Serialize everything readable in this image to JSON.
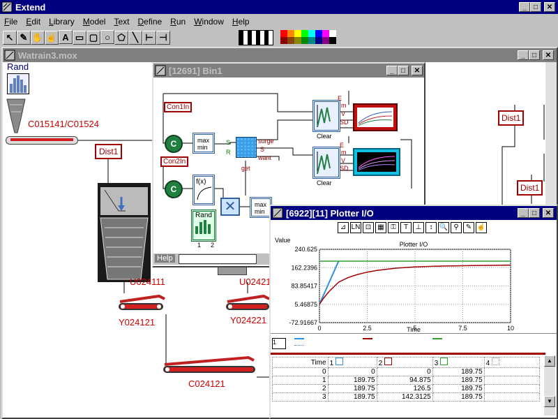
{
  "app": {
    "title": "Extend"
  },
  "menu": {
    "items": [
      "File",
      "Edit",
      "Library",
      "Model",
      "Text",
      "Define",
      "Run",
      "Window",
      "Help"
    ]
  },
  "model_window": {
    "title": "Watrain3.mox"
  },
  "bin_window": {
    "title": "[12691]  Bin1",
    "help_label": "Help"
  },
  "plotter_window": {
    "title": "[6922][11]  Plotter I/O"
  },
  "model": {
    "rand_label": "Rand",
    "labels": [
      "C015141/C01524",
      "Dist1",
      "U024111",
      "Y024121",
      "U02421",
      "Y024221",
      "C024121",
      "Dist1",
      "Dist1"
    ]
  },
  "bin": {
    "con1": "Con1In",
    "con2": "Con2In",
    "c_label": "C",
    "max": "max",
    "min": "min",
    "fx": "f(x)",
    "rand": "Rand",
    "s": "S",
    "r": "R",
    "surge": "surge",
    "get": "get",
    "want": "want",
    "clear": "Clear",
    "m": "m",
    "v": "V",
    "sd": "SD",
    "e": "E",
    "one": "1",
    "two": "2"
  },
  "chart_data": {
    "type": "line",
    "title": "Plotter I/O",
    "xlabel": "Time",
    "ylabel": "Value",
    "xlim": [
      0,
      10
    ],
    "ylim": [
      -72.91667,
      240.625
    ],
    "x_ticks": [
      "0",
      "2.5",
      "5",
      "7.5",
      "10"
    ],
    "y_ticks": [
      "240.625",
      "162.2396",
      "83.85417",
      "5.46875",
      "-72.91667"
    ],
    "series": [
      {
        "color": "#3090e0",
        "x": [
          0,
          1.0
        ],
        "y": [
          5.47,
          189.75
        ]
      },
      {
        "color": "#a00000",
        "x": [
          0,
          0.2,
          0.5,
          1,
          1.5,
          2,
          2.5,
          3,
          4,
          5,
          6,
          7,
          8,
          9,
          10
        ],
        "y": [
          5,
          30,
          60,
          100,
          120,
          133,
          143,
          150,
          160,
          165,
          168,
          170,
          171,
          172,
          173
        ]
      },
      {
        "color": "#30a030",
        "x": [
          0,
          10
        ],
        "y": [
          189.75,
          189.75
        ]
      }
    ]
  },
  "table": {
    "header": [
      "Time",
      "1",
      "2",
      "3",
      "4"
    ],
    "rows": [
      [
        "0",
        "0",
        "0",
        "189.75",
        ""
      ],
      [
        "1",
        "189.75",
        "94.875",
        "189.75",
        ""
      ],
      [
        "2",
        "189.75",
        "126.5",
        "189.75",
        ""
      ],
      [
        "3",
        "189.75",
        "142.3125",
        "189.75",
        ""
      ]
    ]
  }
}
